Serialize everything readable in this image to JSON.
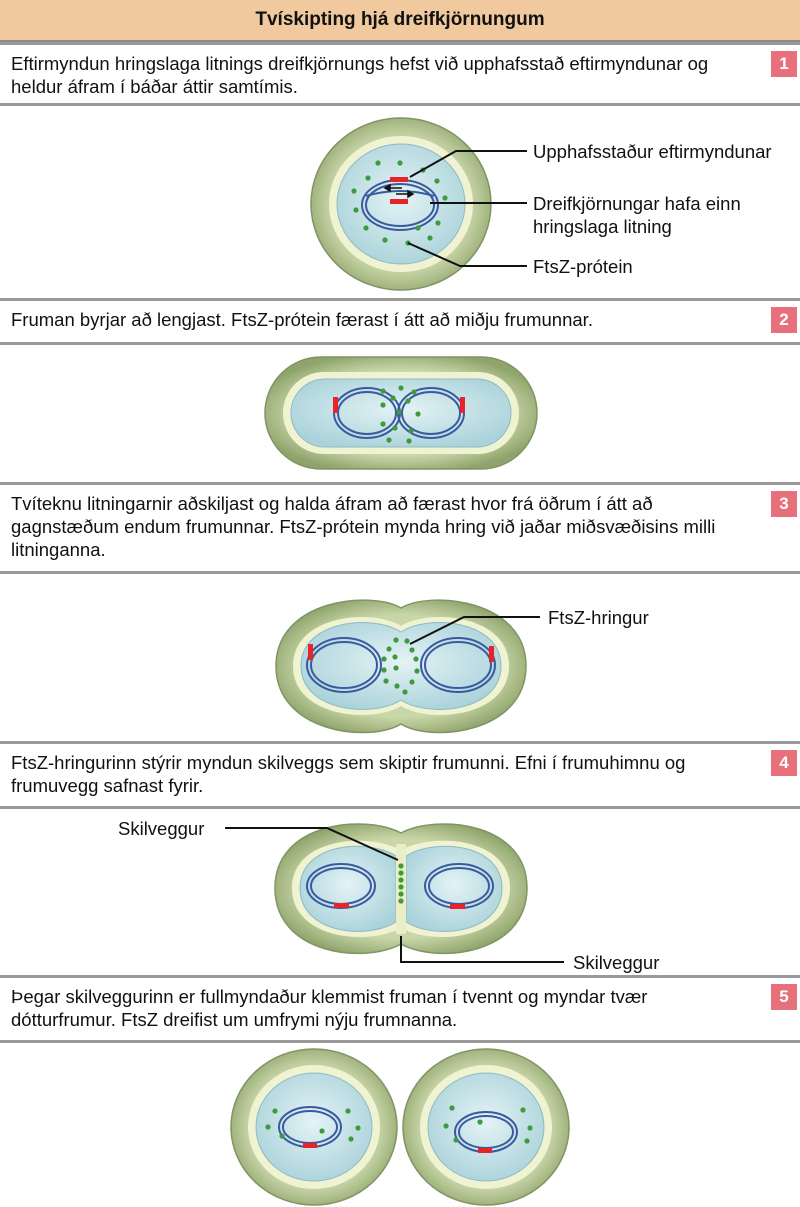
{
  "title": "Tvískipting hjá dreifkjörnungum",
  "steps": [
    {
      "num": "1",
      "text": "Eftirmyndun hringslaga litnings dreifkjörnungs hefst við upphafsstað eftirmyndunar og heldur áfram í báðar áttir samtímis."
    },
    {
      "num": "2",
      "text": "Fruman byrjar að lengjast. FtsZ-prótein færast í átt að miðju frumunnar."
    },
    {
      "num": "3",
      "text": "Tvíteknu litningarnir aðskiljast og halda áfram að færast hvor frá öðrum í átt að gagnstæðum endum frumunnar. FtsZ-prótein mynda hring við jaðar miðsvæðisins milli litninganna."
    },
    {
      "num": "4",
      "text": "FtsZ-hringurinn stýrir myndun skilveggs sem skiptir frumunni. Efni í frumuhimnu og frumuvegg safnast fyrir."
    },
    {
      "num": "5",
      "text": "Þegar skilveggurinn er fullmyndaður klemmist fruman í tvennt og myndar tvær dótturfrumur. FtsZ dreifist um umfrymi nýju frumnanna."
    }
  ],
  "labels": {
    "origin": "Upphafsstaður eftirmyndunar",
    "chromosome_line1": "Dreifkjörnungar hafa einn",
    "chromosome_line2": "hringslaga litning",
    "ftsz_protein": "FtsZ-prótein",
    "ftsz_ring": "FtsZ-hringur",
    "septum_top": "Skilveggur",
    "septum_bottom": "Skilveggur"
  },
  "colors": {
    "title_bg": "#f1c99f",
    "badge": "#e8707a",
    "cell_wall": "#a8bb8a",
    "membrane": "#f0f3d2",
    "cytoplasm": "#c3e2e8",
    "chromosome": "#3a5aa0",
    "origin_marker": "#e8242a",
    "ftsz": "#3e9a3e"
  }
}
